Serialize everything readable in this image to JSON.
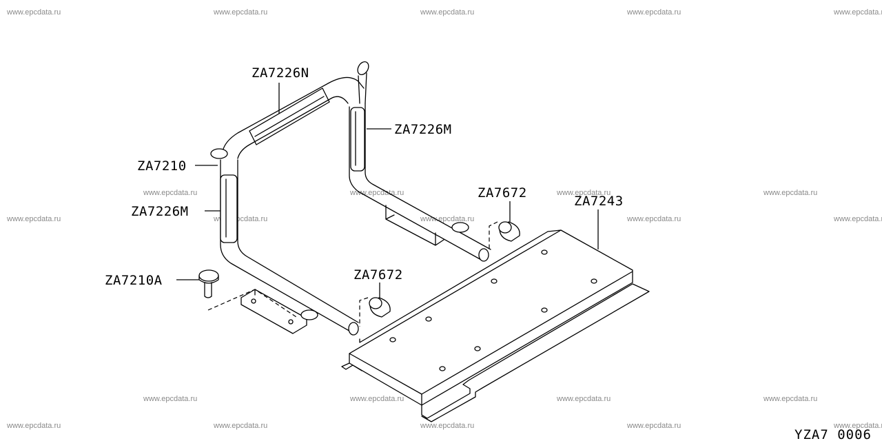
{
  "watermark": "www.epcdata.ru",
  "labels": {
    "za7226n": "ZA7226N",
    "za7226m_right": "ZA7226M",
    "za7210": "ZA7210",
    "za7226m_left": "ZA7226M",
    "za7672_upper": "ZA7672",
    "za7243": "ZA7243",
    "za7210a": "ZA7210A",
    "za7672_lower": "ZA7672"
  },
  "drawing_code": "YZA7 0006"
}
